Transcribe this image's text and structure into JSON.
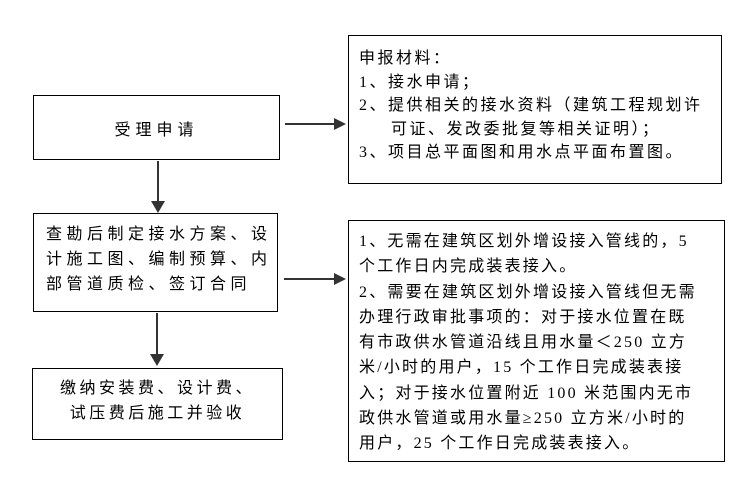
{
  "canvas": {
    "background": "#ffffff",
    "border_color": "#000000",
    "arrow_color": "#333333"
  },
  "flowchart": {
    "steps": [
      {
        "label": "accept-application",
        "lines": [
          "受理申请"
        ]
      },
      {
        "label": "survey-design-contract",
        "lines": [
          "查勘后制定接水方案、设",
          "计施工图、编制预算、内",
          "部管道质检、签订合同"
        ]
      },
      {
        "label": "pay-fees-construct-accept",
        "lines": [
          "缴纳安装费、设计费、",
          "试压费后施工并验收"
        ]
      }
    ],
    "notes": [
      {
        "label": "application-materials",
        "lines": [
          "申报材料：",
          "1、接水申请；",
          "2、提供相关的接水资料（建筑工程规划许",
          "可证、发改委批复等相关证明）；",
          "3、项目总平面图和用水点平面布置图。"
        ]
      },
      {
        "label": "connection-timeframes",
        "lines": [
          "1、无需在建筑区划外增设接入管线的，5",
          "个工作日内完成装表接入。",
          "2、需要在建筑区划外增设接入管线但无需",
          "办理行政审批事项的：对于接水位置在既",
          "有市政供水管道沿线且用水量＜250 立方",
          "米/小时的用户，15 个工作日完成装表接",
          "入；对于接水位置附近 100 米范围内无市",
          "政供水管道或用水量≥250 立方米/小时的",
          "用户，25 个工作日完成装表接入。"
        ]
      }
    ]
  }
}
